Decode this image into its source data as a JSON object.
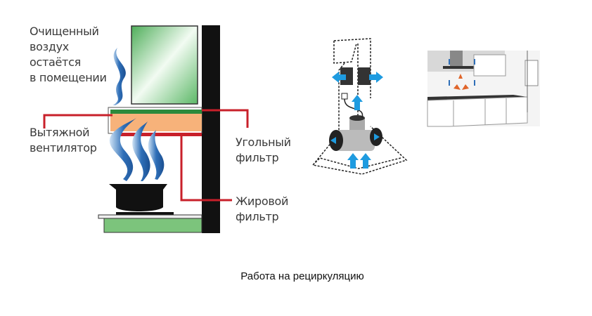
{
  "labels": {
    "clean_air": [
      "Очищенный",
      "воздух",
      "остаётся",
      "в помещении"
    ],
    "exhaust_fan": [
      "Вытяжной",
      "вентилятор"
    ],
    "carbon_filter": [
      "Угольный",
      "фильтр"
    ],
    "grease_filter": [
      "Жировой",
      "фильтр"
    ]
  },
  "caption": "Работа на рециркуляцию",
  "colors": {
    "line": "#c8202a",
    "steam": "#2f6fb8",
    "arrow": "#1e9be0",
    "wall": "#111111",
    "filter": "#f7b27a",
    "green": "#7cc47c"
  }
}
